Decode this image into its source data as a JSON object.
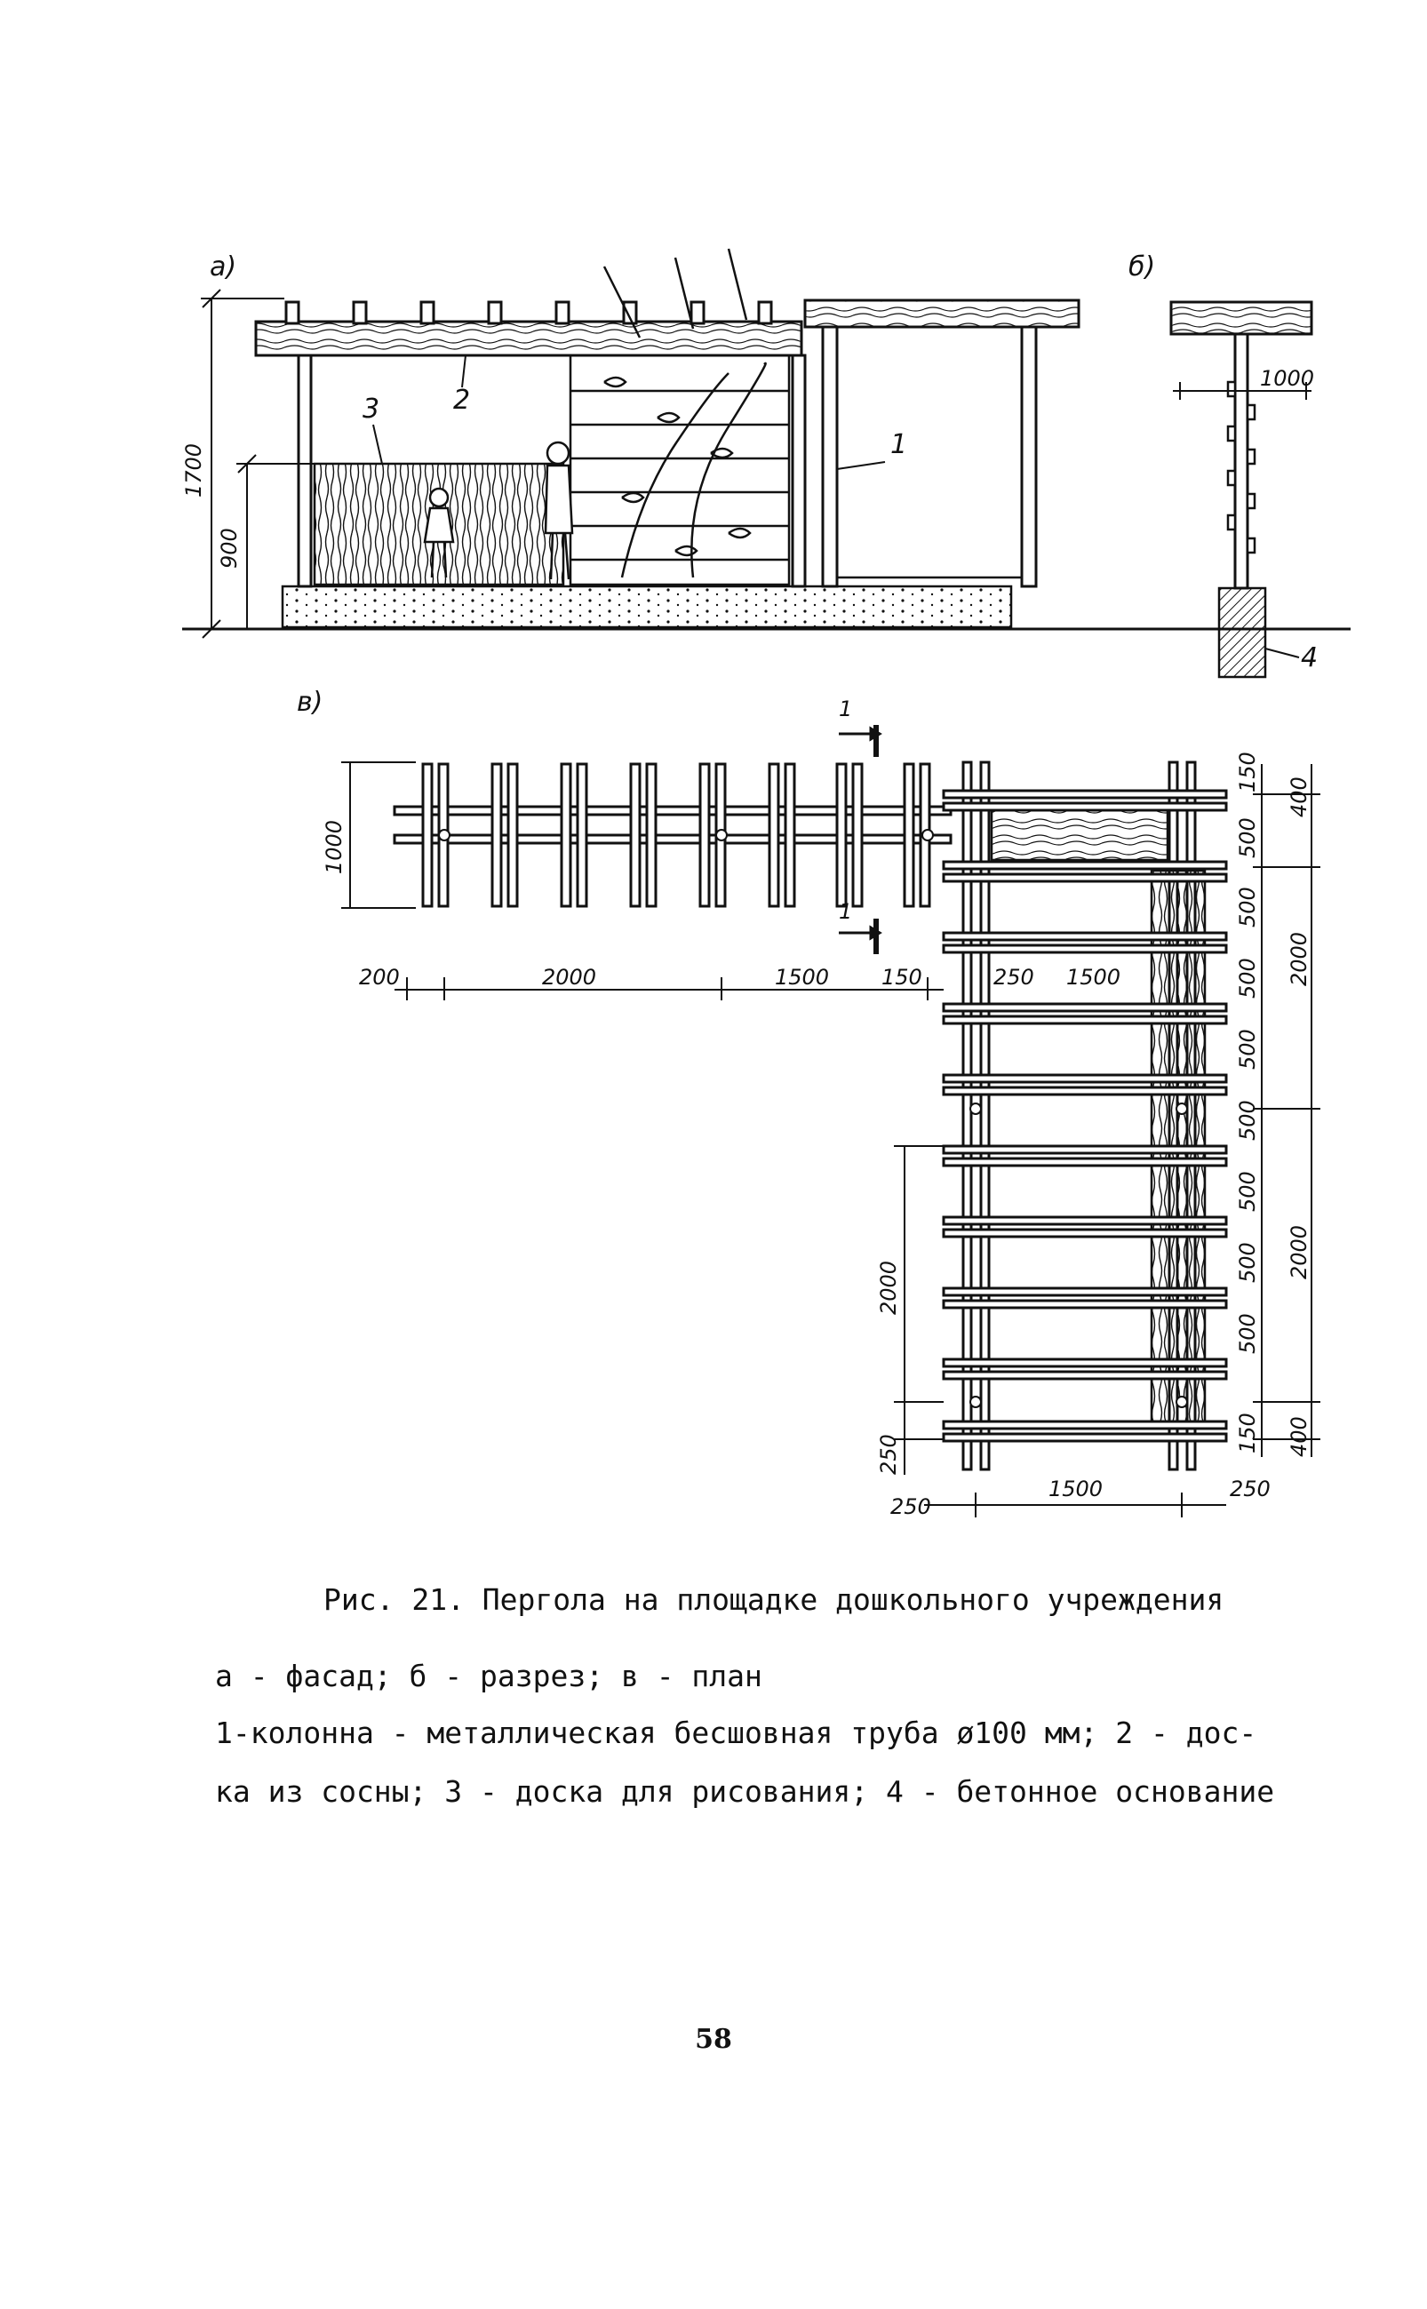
{
  "figure": {
    "facade": {
      "letter": "а)",
      "callouts": [
        "3",
        "2",
        "1"
      ],
      "dims": [
        "1700",
        "900"
      ]
    },
    "section": {
      "letter": "б)",
      "dims": [
        "1000"
      ],
      "callouts": [
        "4"
      ]
    },
    "plan": {
      "letter": "в)",
      "cut_mark": "1",
      "dims_left": [
        "1000"
      ],
      "dims_bottom_row": [
        "200",
        "2000",
        "1500",
        "150",
        "250",
        "1500"
      ],
      "dims_vertical_left": [
        "2000",
        "250"
      ],
      "dims_bottom": [
        "250",
        "1500",
        "250"
      ],
      "dims_right_inner": [
        "150",
        "500",
        "500",
        "500",
        "500",
        "500",
        "500",
        "500",
        "500",
        "150"
      ],
      "dims_right_outer": [
        "400",
        "2000",
        "2000",
        "400"
      ]
    }
  },
  "caption": {
    "title": "Рис. 21. Пергола на площадке дошкольного учреждения",
    "line1": "а - фасад; б - разрез; в - план",
    "line2": "1-колонна - металлическая бесшовная труба ø100 мм; 2 - дос-",
    "line3": "ка из сосны; 3 - доска для рисования; 4 - бетонное основание"
  },
  "page_number": "58"
}
